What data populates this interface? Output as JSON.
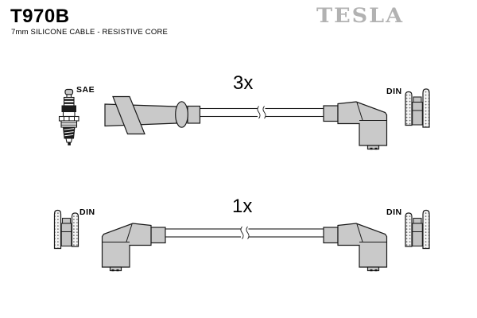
{
  "header": {
    "part_number": "T970B",
    "subtitle": "7mm SILICONE CABLE - RESISTIVE CORE",
    "brand_logo": "TESLA"
  },
  "colors": {
    "brand-gray": "#b2b2b2",
    "boot-fill": "#c9c9c9",
    "outline": "#1a1a1a"
  },
  "diagram": {
    "rows": [
      {
        "quantity_label": "3x",
        "left_connector": {
          "type_label": "SAE",
          "icon": "spark-plug-icon"
        },
        "right_connector": {
          "type_label": "DIN",
          "icon": "din-socket-icon"
        }
      },
      {
        "quantity_label": "1x",
        "left_connector": {
          "type_label": "DIN",
          "icon": "din-socket-icon"
        },
        "right_connector": {
          "type_label": "DIN",
          "icon": "din-socket-icon"
        }
      }
    ]
  }
}
